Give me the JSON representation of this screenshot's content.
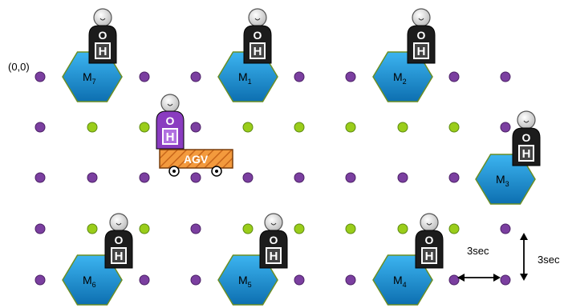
{
  "origin_label": "(0,0)",
  "machines": [
    {
      "id": "M7",
      "letter": "M",
      "sub": "7"
    },
    {
      "id": "M1",
      "letter": "M",
      "sub": "1"
    },
    {
      "id": "M2",
      "letter": "M",
      "sub": "2"
    },
    {
      "id": "M3",
      "letter": "M",
      "sub": "3"
    },
    {
      "id": "M6",
      "letter": "M",
      "sub": "6"
    },
    {
      "id": "M5",
      "letter": "M",
      "sub": "5"
    },
    {
      "id": "M4",
      "letter": "M",
      "sub": "4"
    }
  ],
  "operators": {
    "top_letter": "O",
    "bottom_letter": "H",
    "count_black": 7,
    "count_purple": 1
  },
  "agv_label": "AGV",
  "time_horizontal": "3sec",
  "time_vertical": "3sec",
  "colors": {
    "node_purple": "#7b3fa0",
    "node_green": "#9acd1a",
    "machine_fill": "#1f9ad8",
    "machine_stroke": "#6b8e23",
    "operator_black": "#1c1c1c",
    "operator_purple": "#8a3cc0",
    "agv_orange": "#f39a3d"
  }
}
